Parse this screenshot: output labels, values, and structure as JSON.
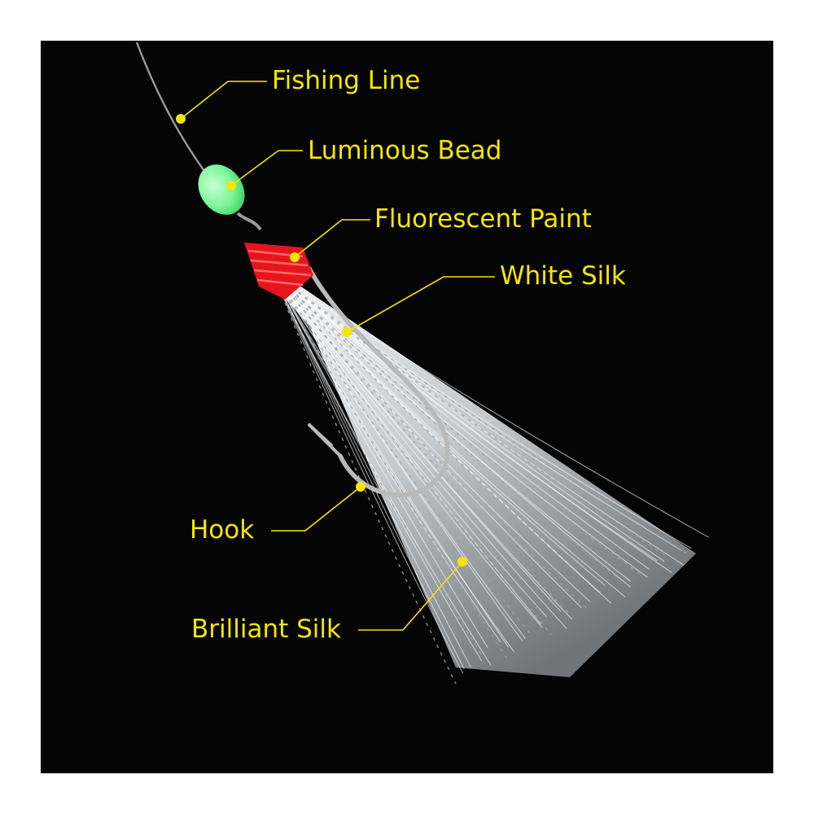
{
  "colors": {
    "background": "#050505",
    "accent": "#f5e600",
    "bead": "#7ef59a",
    "paint": "#e8141c",
    "silk": "#e9eef2",
    "hook": "#b9b9b9"
  },
  "labels": {
    "fishing_line": "Fishing Line",
    "luminous_bead": "Luminous Bead",
    "fluorescent_paint": "Fluorescent Paint",
    "white_silk": "White Silk",
    "hook": "Hook",
    "brilliant_silk": "Brilliant Silk"
  }
}
